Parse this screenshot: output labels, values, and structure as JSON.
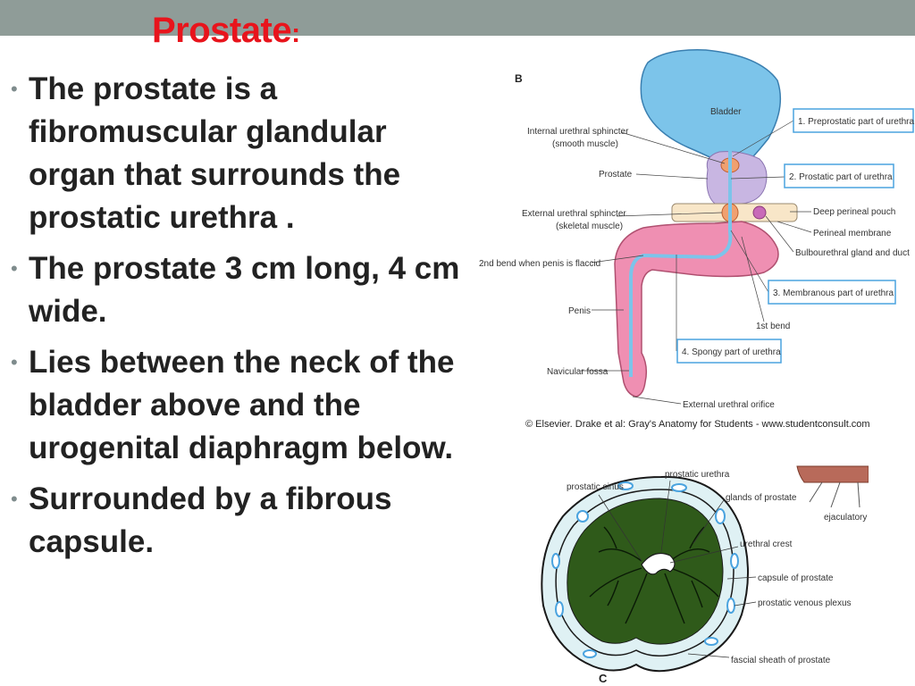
{
  "colors": {
    "topbar": "#8f9c98",
    "title": "#e8141c",
    "text": "#222222",
    "bladder_fill": "#7cc4ea",
    "prostate_fill": "#c8b6e2",
    "penis_fill": "#ef8fb2",
    "label_box_border": "#4aa3df",
    "label_box_text": "#1d3a8a",
    "section_green": "#2f5a1a",
    "capsule_light": "#dff1f4"
  },
  "slide": {
    "title": "Prostate",
    "title_colon": ":"
  },
  "bullets": [
    {
      "text": "The prostate is a fibromuscular glandular organ that surrounds the prostatic urethra ."
    },
    {
      "text": "The prostate 3 cm long, 4 cm wide."
    },
    {
      "text": "Lies between the neck of the bladder above and the urogenital diaphragm below."
    },
    {
      "text": "Surrounded by a fibrous capsule."
    }
  ],
  "figure_b": {
    "panel_letter": "B",
    "bladder": "Bladder",
    "left_labels": {
      "internal_sphincter_1": "Internal urethral sphincter",
      "internal_sphincter_2": "(smooth muscle)",
      "prostate": "Prostate",
      "external_sphincter_1": "External urethral sphincter",
      "external_sphincter_2": "(skeletal muscle)",
      "second_bend": "2nd bend when penis is flaccid",
      "penis": "Penis",
      "navicular_fossa": "Navicular fossa"
    },
    "right_labels": {
      "deep_perineal_pouch": "Deep perineal pouch",
      "perineal_membrane": "Perineal membrane",
      "bulbourethral": "Bulbourethral gland and duct",
      "first_bend": "1st bend",
      "external_orifice": "External urethral orifice"
    },
    "boxes": {
      "box1": "1. Preprostatic part of urethra",
      "box2": "2. Prostatic part of urethra",
      "box3": "3. Membranous part of urethra",
      "box4": "4. Spongy part of urethra"
    },
    "credit": "© Elsevier. Drake et al: Gray's Anatomy for Students - www.studentconsult.com"
  },
  "figure_c": {
    "panel_letter": "C",
    "prostatic_sinus": "prostatic sinus",
    "prostatic_urethra": "prostatic urethra",
    "glands": "glands of prostate",
    "ejaculatory": "ejaculatory",
    "urethral_crest": "urethral crest",
    "capsule": "capsule of prostate",
    "venous_plexus": "prostatic venous plexus",
    "fascial_sheath": "fascial sheath of prostate"
  }
}
